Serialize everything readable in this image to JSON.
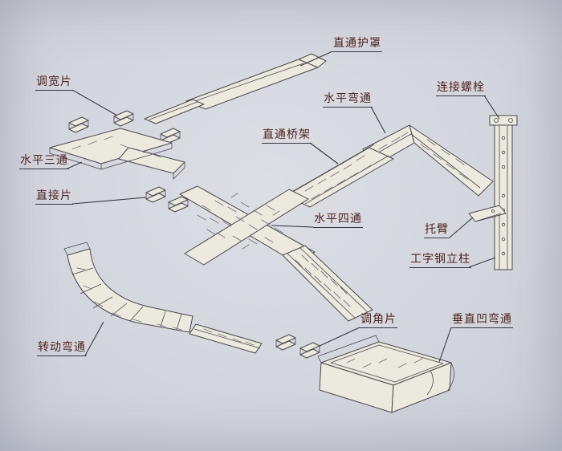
{
  "colors": {
    "background": "#d4d6de",
    "ink": "#4a474d",
    "paper_fill": "#eceade",
    "label_text": "#50231c",
    "leader_line": "#3a3640"
  },
  "labels": [
    {
      "id": "straight-cover",
      "text": "直通护罩"
    },
    {
      "id": "width-adjust-piece",
      "text": "调宽片"
    },
    {
      "id": "horizontal-tee",
      "text": "水平三通"
    },
    {
      "id": "connector-piece",
      "text": "直接片"
    },
    {
      "id": "horizontal-bend",
      "text": "水平弯通"
    },
    {
      "id": "connecting-bolt",
      "text": "连接螺栓"
    },
    {
      "id": "straight-tray",
      "text": "直通桥架"
    },
    {
      "id": "horizontal-cross",
      "text": "水平四通"
    },
    {
      "id": "support-arm",
      "text": "托臂"
    },
    {
      "id": "i-beam-column",
      "text": "工字钢立柱"
    },
    {
      "id": "angle-adjust-piece",
      "text": "调角片"
    },
    {
      "id": "vertical-concave-bend",
      "text": "垂直凹弯通"
    },
    {
      "id": "rotating-bend",
      "text": "转动弯通"
    }
  ]
}
